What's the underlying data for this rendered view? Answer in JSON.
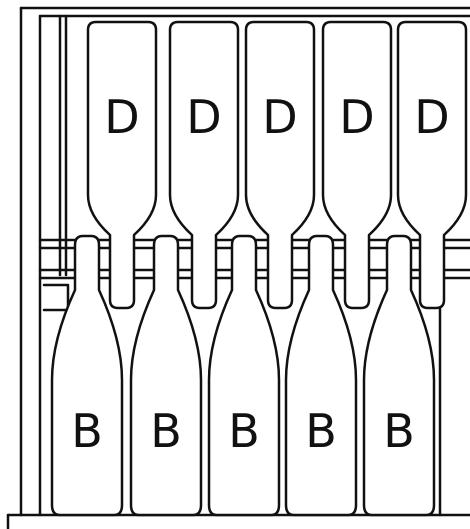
{
  "rows": {
    "top": {
      "label": "D",
      "count": 5
    },
    "bottom": {
      "label": "B",
      "count": 5
    }
  },
  "colors": {
    "line": "#111111",
    "background": "#ffffff"
  }
}
